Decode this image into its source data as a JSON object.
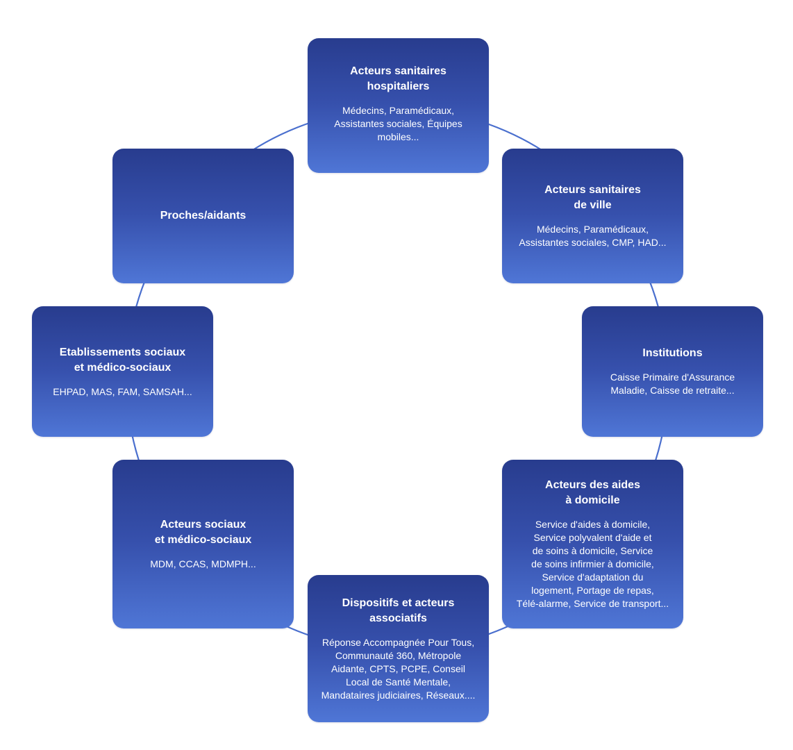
{
  "colors": {
    "ring": "#4a6fce",
    "box_top": "#283c8e",
    "box_bottom": "#4f76d6",
    "text": "#ffffff"
  },
  "nodes": {
    "hospital": {
      "title": "Acteurs sanitaires\nhospitaliers",
      "desc": "Médecins, Paramédicaux,\nAssistantes sociales, Équipes\nmobiles..."
    },
    "city": {
      "title": "Acteurs sanitaires\nde ville",
      "desc": "Médecins, Paramédicaux,\nAssistantes sociales, CMP, HAD..."
    },
    "institutions": {
      "title": "Institutions",
      "desc": "Caisse Primaire d'Assurance\nMaladie, Caisse de retraite..."
    },
    "home_aid": {
      "title": "Acteurs des aides\nà domicile",
      "desc": "Service d'aides à domicile,\nService polyvalent d'aide et\nde soins à domicile, Service\nde soins infirmier à domicile,\nService d'adaptation du\nlogement, Portage de repas,\nTélé-alarme, Service de transport..."
    },
    "devices": {
      "title": "Dispositifs et acteurs\nassociatifs",
      "desc": "Réponse Accompagnée Pour Tous,\nCommunauté 360, Métropole\nAidante, CPTS, PCPE, Conseil\nLocal de Santé Mentale,\nMandataires judiciaires, Réseaux...."
    },
    "social": {
      "title": "Acteurs sociaux\net médico-sociaux",
      "desc": "MDM, CCAS, MDMPH..."
    },
    "establishments": {
      "title": "Etablissements sociaux\net médico-sociaux",
      "desc": "EHPAD, MAS, FAM, SAMSAH..."
    },
    "caregivers": {
      "title": "Proches/aidants",
      "desc": ""
    }
  }
}
